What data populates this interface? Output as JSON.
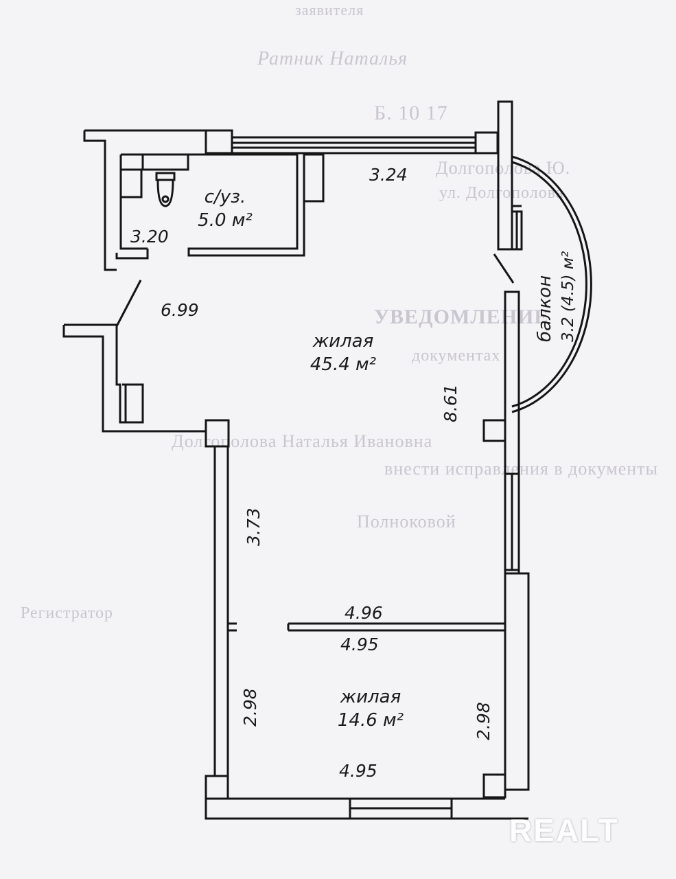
{
  "background_text": {
    "line1": "заявителя",
    "line2": "Ратник Наталья",
    "line3": "Б. 10 17",
    "line4": "Долгополова Ю.",
    "line5": "ул. Долгополова",
    "line6": "УВЕДОМЛЕНИЕ",
    "line7": "документах",
    "line8": "Долгополова Наталья Ивановна",
    "line9": "внести исправления в документы",
    "line10": "Полноковой",
    "line11": "Регистратор"
  },
  "rooms": {
    "bathroom_name": "с/уз.",
    "bathroom_area": "5.0 м²",
    "living1_name": "жилая",
    "living1_area": "45.4 м²",
    "living2_name": "жилая",
    "living2_area": "14.6 м²",
    "balcony_name": "балкон",
    "balcony_area": "3.2 (4.5) м²"
  },
  "dimensions": {
    "corridor_top": "3.24",
    "bathroom_width": "3.20",
    "hall": "6.99",
    "right_wall": "8.61",
    "left_lower_wall": "3.73",
    "partition_top": "4.96",
    "partition_bottom": "4.95",
    "room2_left": "2.98",
    "room2_right": "2.98",
    "room2_bottom": "4.95"
  },
  "watermark": "REALT"
}
